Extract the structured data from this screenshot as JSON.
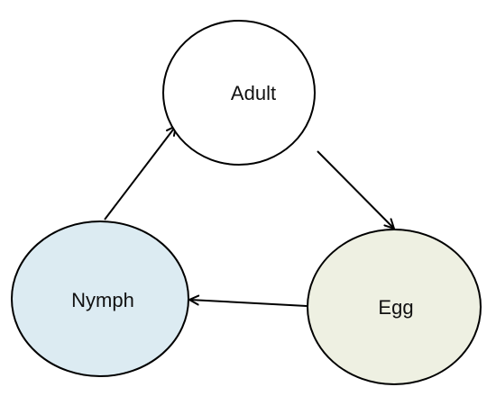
{
  "diagram": {
    "nodes": [
      {
        "id": "adult",
        "label": "Adult",
        "fill": "#ffffff",
        "stroke": "#000000"
      },
      {
        "id": "egg",
        "label": "Egg",
        "fill": "#eef0e2",
        "stroke": "#000000"
      },
      {
        "id": "nymph",
        "label": "Nymph",
        "fill": "#dcebf2",
        "stroke": "#000000"
      }
    ],
    "edges": [
      {
        "from": "adult",
        "to": "egg"
      },
      {
        "from": "egg",
        "to": "nymph"
      },
      {
        "from": "nymph",
        "to": "adult"
      }
    ]
  }
}
